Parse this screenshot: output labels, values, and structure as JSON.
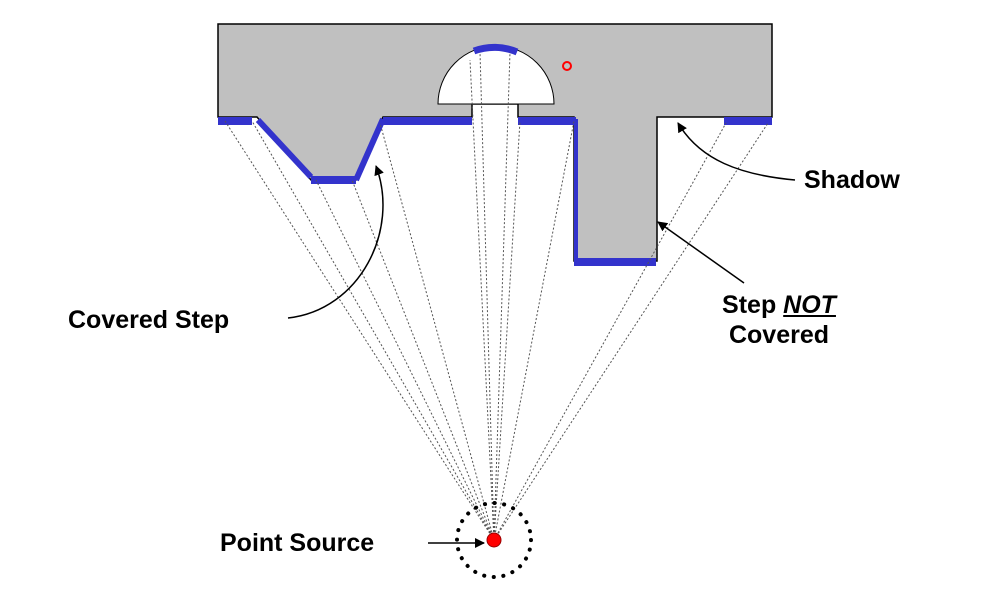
{
  "labels": {
    "shadow": "Shadow",
    "covered_step": "Covered Step",
    "step_not_covered_prefix": "Step ",
    "step_not_covered_emphasis": "NOT",
    "step_not_covered_suffix": "Covered",
    "point_source": "Point Source"
  },
  "colors": {
    "substrate": "#c0c0c0",
    "substrate_outline": "#000000",
    "deposit": "#3333cc",
    "source": "#ff0000",
    "rays": "#555555",
    "background": "#ffffff"
  }
}
